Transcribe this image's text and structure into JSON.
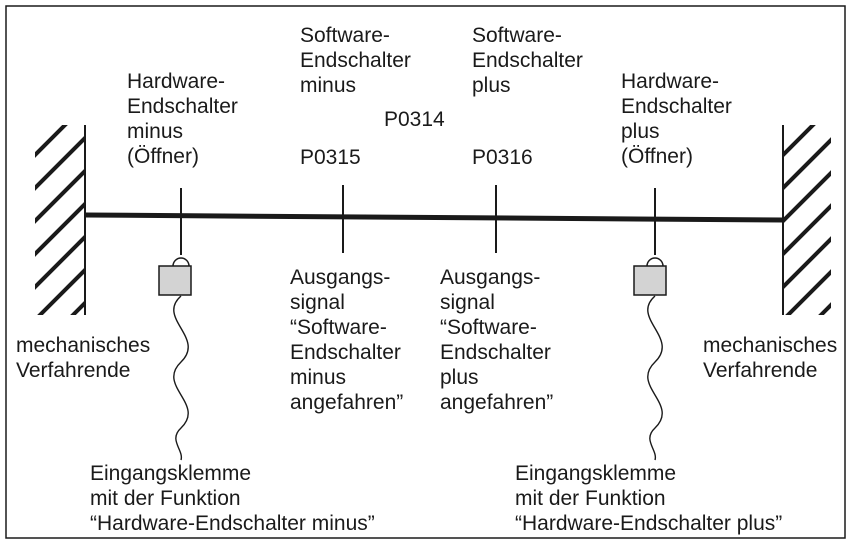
{
  "hw_minus": {
    "lines": [
      "Hardware-",
      "Endschalter",
      "minus",
      "(Öffner)"
    ]
  },
  "sw_minus": {
    "lines": [
      "Software-",
      "Endschalter",
      "minus"
    ]
  },
  "p0314": "P0314",
  "p0315": "P0315",
  "sw_plus": {
    "lines": [
      "Software-",
      "Endschalter",
      "plus"
    ]
  },
  "p0316": "P0316",
  "hw_plus": {
    "lines": [
      "Hardware-",
      "Endschalter",
      "plus",
      "(Öffner)"
    ]
  },
  "end_left": {
    "lines": [
      "mechanisches",
      "Verfahrende"
    ]
  },
  "end_right": {
    "lines": [
      "mechanisches",
      "Verfahrende"
    ]
  },
  "out_minus": {
    "lines": [
      "Ausgangs-",
      "signal",
      "“Software-",
      "Endschalter",
      "minus",
      "angefahren”"
    ]
  },
  "out_plus": {
    "lines": [
      "Ausgangs-",
      "signal",
      "“Software-",
      "Endschalter",
      "plus",
      "angefahren”"
    ]
  },
  "in_minus": {
    "lines": [
      "Eingangsklemme",
      "mit der Funktion",
      "“Hardware-Endschalter minus”"
    ]
  },
  "in_plus": {
    "lines": [
      "Eingangsklemme",
      "mit der Funktion",
      "“Hardware-Endschalter plus”"
    ]
  }
}
